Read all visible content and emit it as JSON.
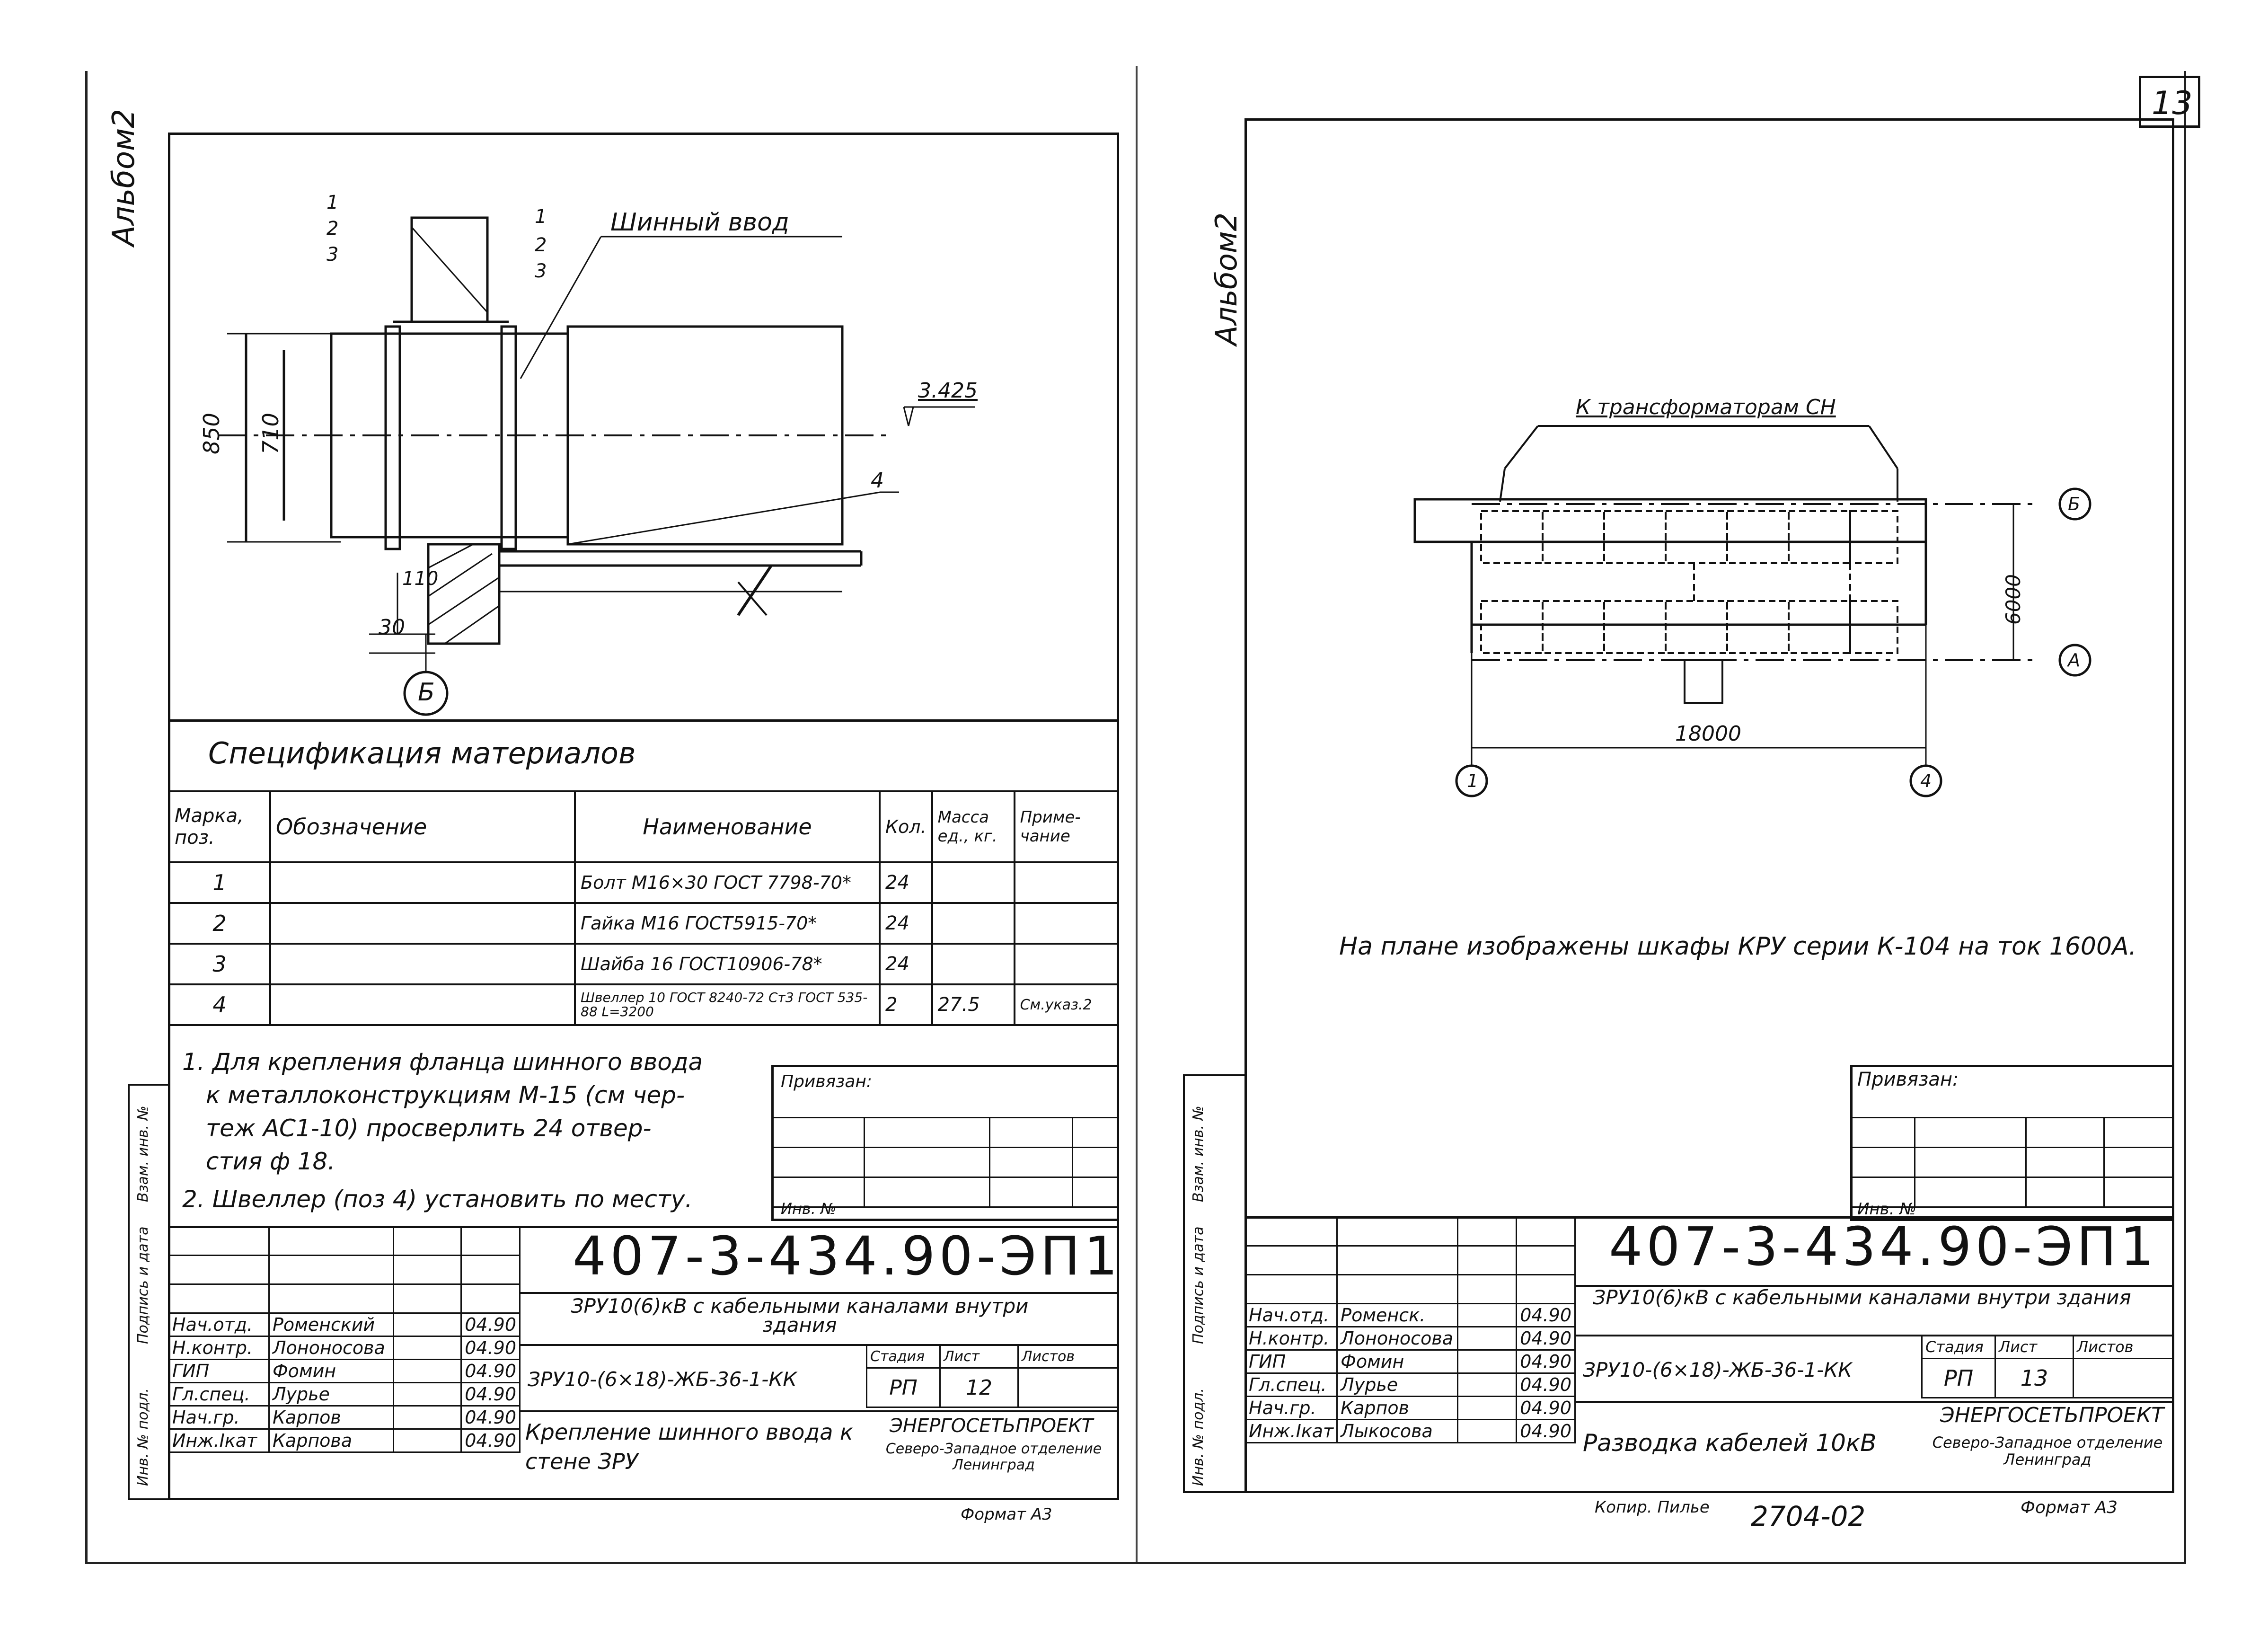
{
  "sheet_number": "13",
  "left": {
    "album_label": "Альбом2",
    "drawing": {
      "title_label": "Шинный ввод",
      "dim_850": "850",
      "dim_710": "710",
      "dim_110": "110",
      "dim_30": "30",
      "elev": "3.425",
      "axis": "Б",
      "callout_a": [
        "1",
        "2",
        "3"
      ],
      "callout_b": [
        "1",
        "2",
        "3"
      ],
      "callout_4": "4"
    },
    "spec_title": "Спецификация материалов",
    "spec_headers": [
      "Марка, поз.",
      "Обозначение",
      "Наименование",
      "Кол.",
      "Масса ед., кг.",
      "Приме- чание"
    ],
    "spec_rows": [
      {
        "pos": "1",
        "designation": "",
        "name": "Болт М16×30 ГОСТ 7798-70*",
        "qty": "24",
        "mass": "",
        "note": ""
      },
      {
        "pos": "2",
        "designation": "",
        "name": "Гайка М16 ГОСТ5915-70*",
        "qty": "24",
        "mass": "",
        "note": ""
      },
      {
        "pos": "3",
        "designation": "",
        "name": "Шайба 16 ГОСТ10906-78*",
        "qty": "24",
        "mass": "",
        "note": ""
      },
      {
        "pos": "4",
        "designation": "",
        "name": "Швеллер 10 ГОСТ 8240-72 Ст3 ГОСТ 535-88 L=3200",
        "qty": "2",
        "mass": "27.5",
        "note": "См.указ.2"
      }
    ],
    "notes": [
      "1. Для крепления фланца шинного ввода",
      "к металлоконструкциям М-15 (см чер-",
      "теж АС1-10) просверлить 24 отвер-",
      "стия ф 18.",
      "2. Швеллер (поз 4) установить по месту."
    ],
    "privyazan": "Привязан:",
    "inv": "Инв. №",
    "side_labels": [
      "Взам. инв. №",
      "Подпись и дата",
      "Инв. № подл."
    ],
    "doc_code": "407-3-434.90-ЭП1",
    "doc_title": "ЗРУ10(6)кВ с кабельными каналами внутри здания",
    "sheet_code": "ЗРУ10-(6×18)-ЖБ-36-1-КК",
    "sheet_title": "Крепление шинного ввода к стене ЗРУ",
    "stage_headers": [
      "Стадия",
      "Лист",
      "Листов"
    ],
    "stage_values": [
      "РП",
      "12",
      ""
    ],
    "org": "ЭНЕРГОСЕТЬПРОЕКТ",
    "org_branch": "Северо-Западное отделение Ленинград",
    "format": "Формат А3",
    "people": [
      {
        "role": "Нач.отд.",
        "name": "Роменский",
        "date": "04.90"
      },
      {
        "role": "Н.контр.",
        "name": "Лононосова",
        "date": "04.90"
      },
      {
        "role": "ГИП",
        "name": "Фомин",
        "date": "04.90"
      },
      {
        "role": "Гл.спец.",
        "name": "Лурье",
        "date": "04.90"
      },
      {
        "role": "Нач.гр.",
        "name": "Карпов",
        "date": "04.90"
      },
      {
        "role": "Инж.Iкат",
        "name": "Карпова",
        "date": "04.90"
      }
    ]
  },
  "right": {
    "album_label": "Альбом2",
    "drawing": {
      "label_top": "К трансформаторам СН",
      "dim_6000": "6000",
      "dim_18000": "18000",
      "axes": [
        "Б",
        "А",
        "1",
        "4"
      ]
    },
    "plan_note": "На плане изображены шкафы КРУ серии К-104 на ток 1600А.",
    "privyazan": "Привязан:",
    "inv": "Инв. №",
    "side_labels": [
      "Взам. инв. №",
      "Подпись и дата",
      "Инв. № подл."
    ],
    "doc_code": "407-3-434.90-ЭП1",
    "doc_title": "ЗРУ10(6)кВ с кабельными каналами внутри здания",
    "sheet_code": "ЗРУ10-(6×18)-ЖБ-36-1-КК",
    "sheet_title": "Разводка кабелей 10кВ",
    "stage_headers": [
      "Стадия",
      "Лист",
      "Листов"
    ],
    "stage_values": [
      "РП",
      "13",
      ""
    ],
    "org": "ЭНЕРГОСЕТЬПРОЕКТ",
    "org_branch": "Северо-Западное отделение Ленинград",
    "kopir": "Копир. Пилье",
    "format": "Формат А3",
    "people": [
      {
        "role": "Нач.отд.",
        "name": "Роменск.",
        "date": "04.90"
      },
      {
        "role": "Н.контр.",
        "name": "Лононосова",
        "date": "04.90"
      },
      {
        "role": "ГИП",
        "name": "Фомин",
        "date": "04.90"
      },
      {
        "role": "Гл.спец.",
        "name": "Лурье",
        "date": "04.90"
      },
      {
        "role": "Нач.гр.",
        "name": "Карпов",
        "date": "04.90"
      },
      {
        "role": "Инж.Iкат",
        "name": "Лыкосова",
        "date": "04.90"
      }
    ]
  },
  "bottom_stamp": "2704-02"
}
